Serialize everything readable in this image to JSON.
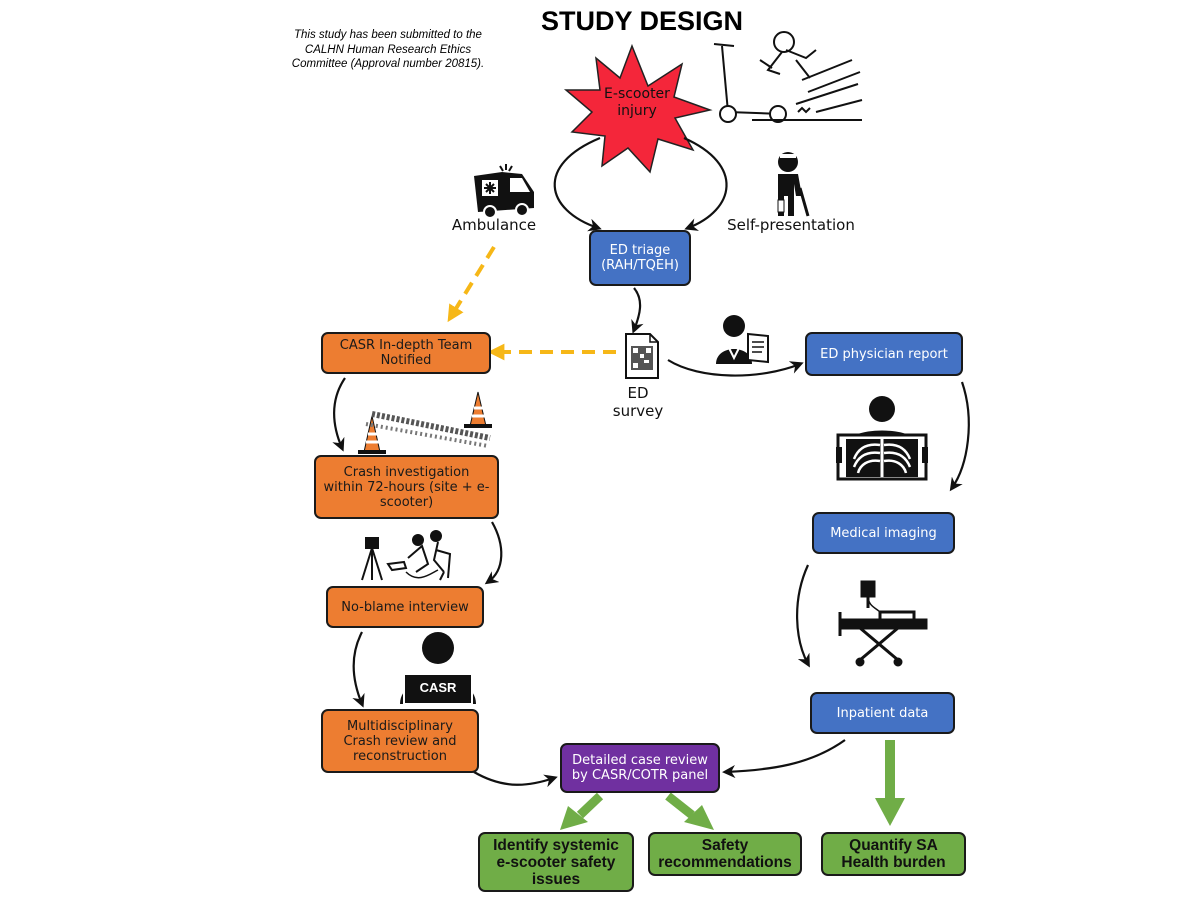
{
  "title": "STUDY DESIGN",
  "ethics_note": "This study has been submitted to the CALHN Human Research Ethics Committee (Approval number 20815).",
  "starburst_label": "E-scooter injury",
  "pathway_labels": {
    "ambulance": "Ambulance",
    "self_presentation": "Self-presentation",
    "ed_survey": "ED survey"
  },
  "boxes": {
    "ed_triage": "ED triage (RAH/TQEH)",
    "ed_physician_report": "ED physician report",
    "medical_imaging": "Medical imaging",
    "inpatient_data": "Inpatient data",
    "casr_team_notified": "CASR In-depth Team Notified",
    "crash_investigation": "Crash investigation within 72-hours (site + e-scooter)",
    "no_blame_interview": "No-blame interview",
    "multidisciplinary_review": "Multidisciplinary Crash review and reconstruction",
    "detailed_case_review": "Detailed case review by CASR/COTR panel"
  },
  "outcomes": {
    "systemic_issues": "Identify systemic e-scooter safety issues",
    "safety_recommendations": "Safety recommendations",
    "health_burden": "Quantify SA Health burden"
  },
  "icons": {
    "laptop_label": "CASR",
    "ambulance": "ambulance-icon",
    "walker": "injured-person-with-cane-icon",
    "scooter_crash": "scooter-crash-icon",
    "qr_survey": "qr-code-document-icon",
    "physician": "physician-with-report-icon",
    "xray": "chest-xray-icon",
    "hospital_bed": "hospital-bed-icon",
    "investigator": "investigator-laptop-icon",
    "cones": "traffic-cones-icon",
    "interview": "interview-scene-icon"
  },
  "colors": {
    "blue": "#4472c4",
    "orange": "#ed7d31",
    "purple": "#7030a0",
    "green": "#70ad47",
    "star_red": "#f4263a",
    "dashed_yellow": "#f6b717"
  }
}
